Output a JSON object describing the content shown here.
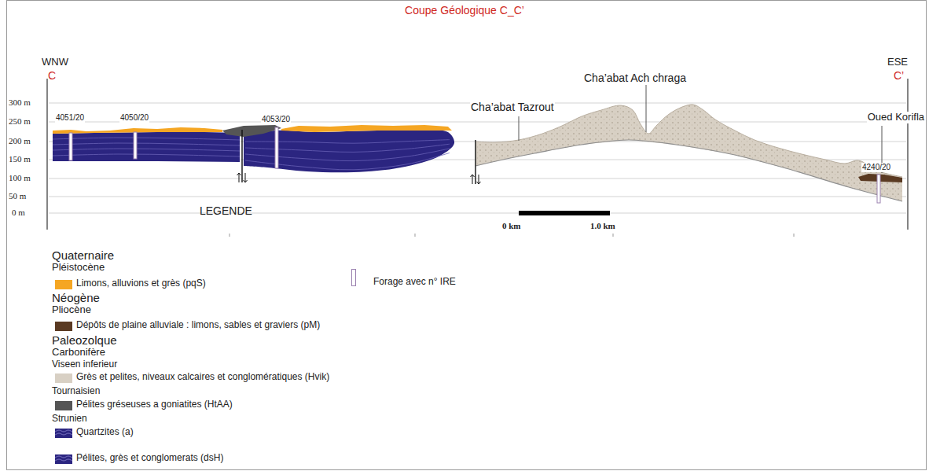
{
  "diagram": {
    "title": "Coupe Géologique C_C’",
    "labels": [
      "WNW",
      "C",
      "ESE",
      "C’",
      "300 m",
      "250 m",
      "200 m",
      "150 m",
      "100 m",
      "50 m",
      "0 m",
      "4051/20",
      "4050/20",
      "4053/20",
      "4240/20",
      "Cha’abat Tazrout",
      "Cha’abat Ach chraga",
      "Oued Korifla",
      "0 km",
      "1.0 km",
      "LEGENDE",
      "Quaternaire",
      "Pléistocène",
      "Néogène",
      "Pliocène",
      "Paleozolque",
      "Carbonifère",
      "Viseen inferieur",
      "Tournaisien",
      "Strunien"
    ],
    "legend": [
      {
        "text": "Limons, alluvions et grès (pqS)",
        "color": "#f5a623"
      },
      {
        "text": "Forage avec n° IRE"
      },
      {
        "text": "Dépôts de plaine alluviale : limons, sables et graviers (pM)",
        "color": "#5a3a22"
      },
      {
        "text": "Grès et pelites, niveaux calcaires et conglomératiques (Hvik)",
        "color": "#d8d0c4"
      },
      {
        "text": "Pélites gréseuses a goniatites (HtAA)",
        "color": "#555555"
      },
      {
        "text": "Quartzites (a)",
        "color": "#2b2580"
      },
      {
        "text": "Pélites, grès et conglomerats (dsH)",
        "color": "#2b2580"
      }
    ]
  }
}
